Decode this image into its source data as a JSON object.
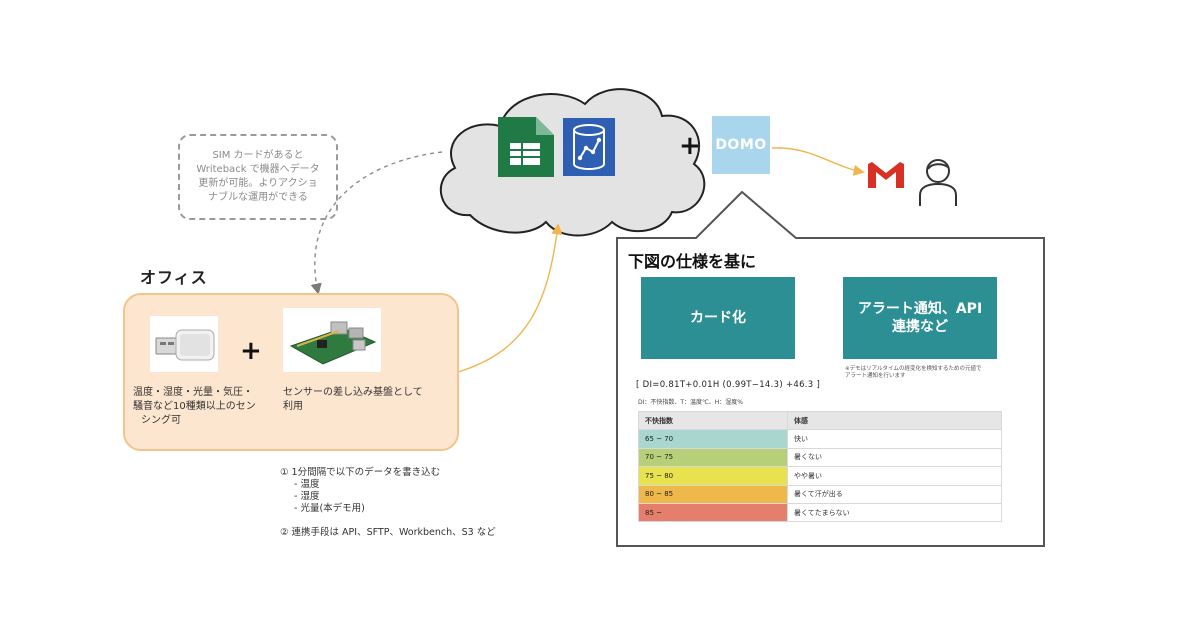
{
  "note": {
    "line1": "SIM カードがあると",
    "line2": "Writeback で機器へデータ",
    "line3": "更新が可能。よりアクショ",
    "line4": "ナブルな運用ができる"
  },
  "office": {
    "title": "オフィス",
    "usb_caption_1": "温度・湿度・光量・気圧・",
    "usb_caption_2": "騒音など10種類以上のセン",
    "usb_caption_3": "シング可",
    "pi_caption_1": "センサーの差し込み基盤として",
    "pi_caption_2": "利用"
  },
  "steps": {
    "step1": "① 1分間隔で以下のデータを書き込む",
    "step1_items": [
      "- 温度",
      "- 湿度",
      "- 光量(本デモ用)"
    ],
    "step2": "② 連携手段は API、SFTP、Workbench、S3 など"
  },
  "domo": {
    "label": "DOMO"
  },
  "plus_signs": [
    "+",
    "+"
  ],
  "callout": {
    "title": "下図の仕様を基に",
    "card_label": "カード化",
    "alert_label_1": "アラート通知、API",
    "alert_label_2": "連携など",
    "small_note_1": "※デモはリアルタイムの経変化を検知するための元値で",
    "small_note_2": "アラート通知を行います",
    "formula": "[ DI=0.81T+0.01H (0.99T−14.3) +46.3 ]",
    "legend": "DI：不快指数、T：温度℃、H：湿度%"
  },
  "di_table": {
    "headers": [
      "不快指数",
      "体感"
    ],
    "rows": [
      {
        "range": "65 ~ 70",
        "feeling": "快い",
        "color": "#a9d7cf"
      },
      {
        "range": "70 ~ 75",
        "feeling": "暑くない",
        "color": "#b6d07a"
      },
      {
        "range": "75 ~ 80",
        "feeling": "やや暑い",
        "color": "#e9e24f"
      },
      {
        "range": "80 ~ 85",
        "feeling": "暑くて汗が出る",
        "color": "#efb84a"
      },
      {
        "range": "85 ~",
        "feeling": "暑くてたまらない",
        "color": "#e57f6b"
      }
    ]
  },
  "colors": {
    "orange_arrow": "#f2b54d",
    "teal": "#2b8f93",
    "sheets_green": "#1f7a45",
    "db_blue": "#2f5fb3",
    "gmail_red": "#d93025"
  }
}
